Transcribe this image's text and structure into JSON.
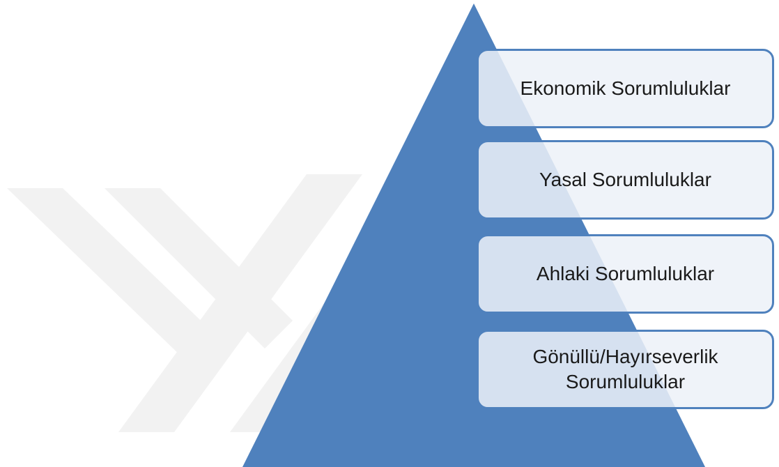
{
  "diagram": {
    "type": "pyramid",
    "levels": [
      {
        "label": "Ekonomik Sorumluluklar"
      },
      {
        "label": "Yasal Sorumluluklar"
      },
      {
        "label": "Ahlaki Sorumluluklar"
      },
      {
        "label": "Gönüllü/Hayırseverlik Sorumluluklar"
      }
    ]
  },
  "colors": {
    "pyramid_fill": "#4f81bd",
    "box_border": "#4f81bd",
    "box_fill": "#ecf1f8",
    "watermark": "#f2f2f2"
  }
}
